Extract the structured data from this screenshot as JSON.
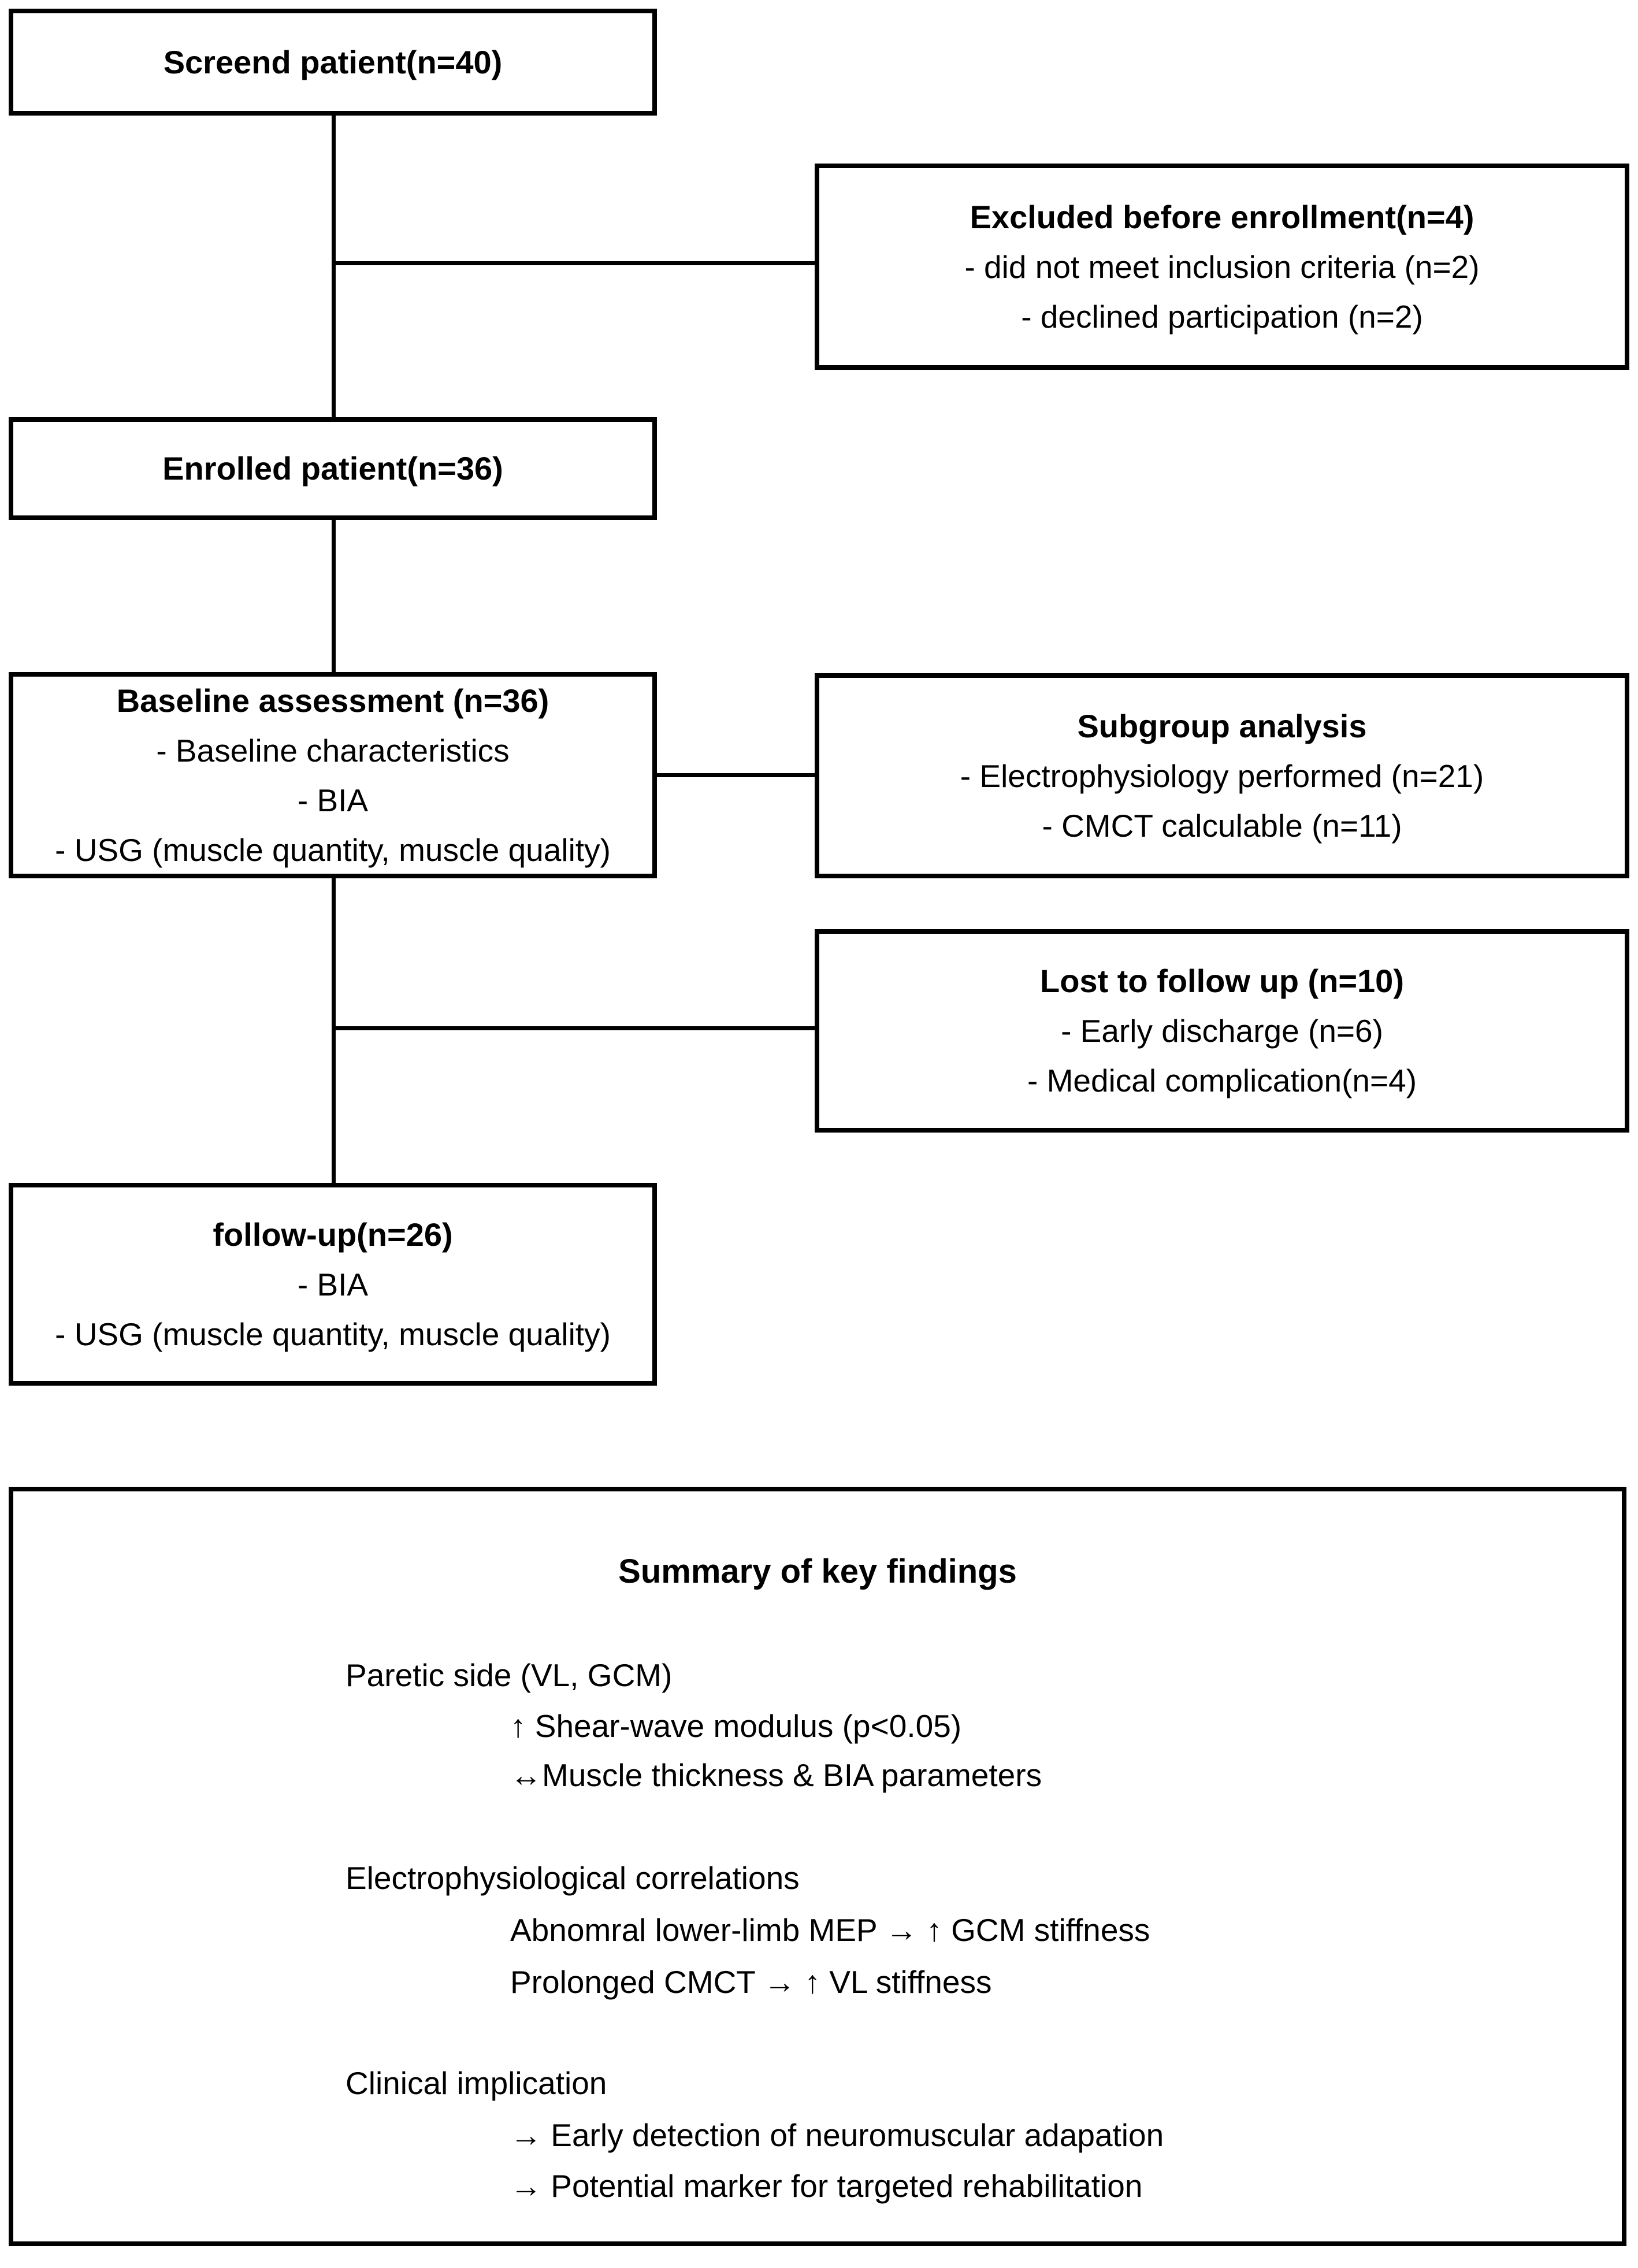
{
  "diagram": {
    "boxes": {
      "screened": {
        "title": "Screend patient(n=40)"
      },
      "excluded": {
        "title": "Excluded before enrollment(n=4)",
        "items": [
          "- did not meet inclusion criteria (n=2)",
          "- declined participation (n=2)"
        ]
      },
      "enrolled": {
        "title": "Enrolled patient(n=36)"
      },
      "baseline": {
        "title": "Baseline assessment (n=36)",
        "items": [
          "- Baseline characteristics",
          "- BIA",
          "- USG (muscle quantity, muscle quality)"
        ]
      },
      "subgroup": {
        "title": "Subgroup analysis",
        "items": [
          "- Electrophysiology performed (n=21)",
          "- CMCT calculable (n=11)"
        ]
      },
      "lost": {
        "title": "Lost to follow up (n=10)",
        "items": [
          "- Early discharge (n=6)",
          "- Medical complication(n=4)"
        ]
      },
      "followup": {
        "title": "follow-up(n=26)",
        "items": [
          "- BIA",
          "- USG (muscle quantity, muscle quality)"
        ]
      }
    },
    "summary": {
      "title": "Summary of key findings",
      "sections": [
        {
          "header": "Paretic side (VL, GCM)",
          "lines": [
            "↑ Shear-wave modulus (p<0.05)",
            "↔Muscle thickness & BIA parameters"
          ]
        },
        {
          "header": "Electrophysiological correlations",
          "lines": [
            "Abnomral lower-limb MEP → ↑ GCM stiffness",
            "Prolonged CMCT → ↑ VL stiffness"
          ]
        },
        {
          "header": "Clinical implication",
          "lines": [
            "→ Early detection of neuromuscular adapation",
            "→ Potential marker for targeted rehabilitation"
          ]
        }
      ]
    },
    "colors": {
      "border": "#000000",
      "background": "#ffffff",
      "text": "#000000"
    }
  }
}
